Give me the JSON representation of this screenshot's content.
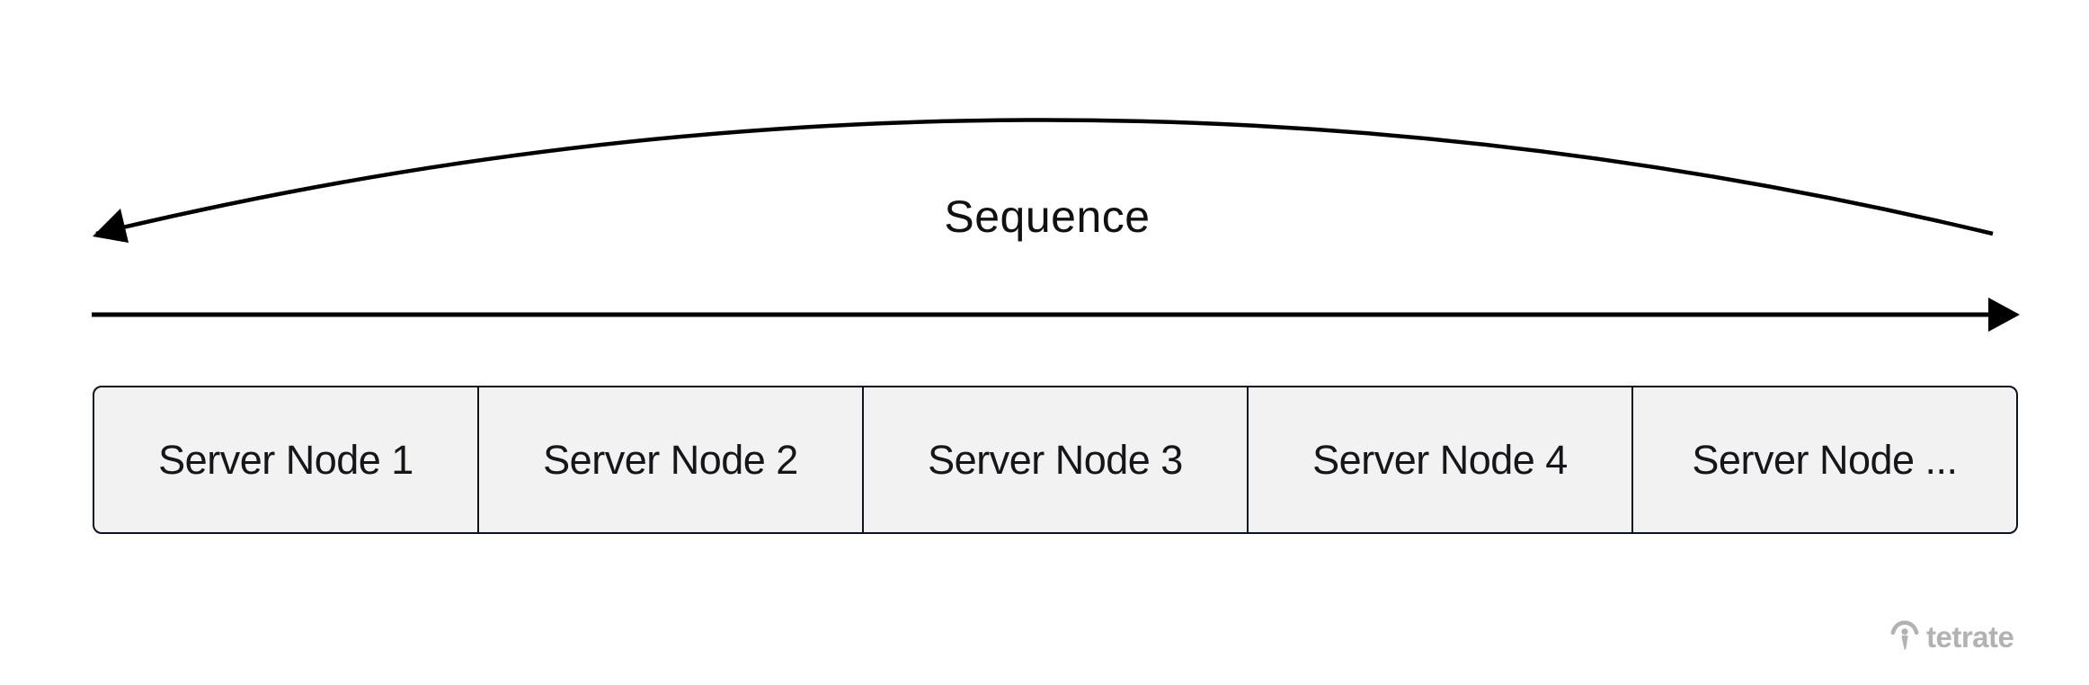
{
  "diagram": {
    "sequence_label": "Sequence",
    "nodes": [
      "Server Node 1",
      "Server Node 2",
      "Server Node 3",
      "Server Node 4",
      "Server Node ..."
    ],
    "colors": {
      "background": "#ffffff",
      "arrow": "#000000",
      "box_fill": "#f2f2f2",
      "box_border": "#0d1320",
      "label_text": "#16161a",
      "brand_gray": "#b2b2b5"
    }
  },
  "footer": {
    "brand": "tetrate"
  }
}
